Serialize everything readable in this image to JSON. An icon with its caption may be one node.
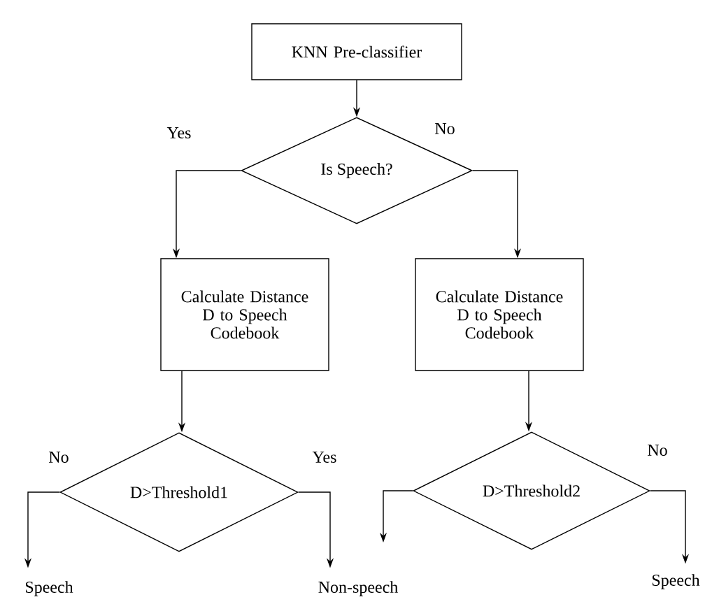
{
  "diagram": {
    "nodes": [
      {
        "text": [
          "KNN Pre-classifier"
        ]
      },
      {
        "text": [
          "Is Speech?"
        ]
      },
      {
        "text": [
          "Calculate Distance D to Speech Codebook"
        ]
      },
      {
        "text": [
          "Calculate Distance D to Speech Codebook"
        ]
      },
      {
        "text": [
          "D>Threshold1"
        ]
      },
      {
        "text": [
          "D>Threshold2"
        ]
      },
      {
        "text": [
          "Speech"
        ]
      },
      {
        "text": [
          "Non-speech"
        ]
      },
      {
        "text": [
          "Speech"
        ]
      }
    ],
    "edges": [
      {
        "from": 0,
        "to": 1,
        "arrow": "to"
      },
      {
        "from": 1,
        "to": 2,
        "arrow": "to",
        "label": "Yes"
      },
      {
        "from": 1,
        "to": 3,
        "arrow": "to",
        "label": "No"
      },
      {
        "from": 2,
        "to": 4,
        "arrow": "to"
      },
      {
        "from": 3,
        "to": 5,
        "arrow": "to"
      },
      {
        "from": 4,
        "to": 6,
        "arrow": "to",
        "label": "No"
      },
      {
        "from": 4,
        "to": 7,
        "arrow": "to",
        "label": "Yes"
      },
      {
        "from": 5,
        "to": null,
        "arrow": "to"
      },
      {
        "from": 5,
        "to": 8,
        "arrow": "to",
        "label": "No"
      }
    ]
  }
}
